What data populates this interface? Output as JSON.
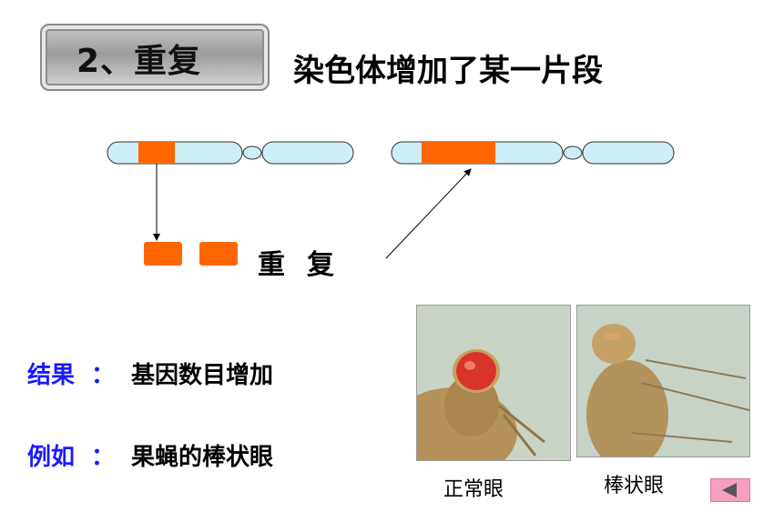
{
  "title_badge": "2、重复",
  "heading": "染色体增加了某一片段",
  "duplication_label": "重复",
  "result": {
    "label": "结果",
    "colon": "：",
    "value": "基因数目增加"
  },
  "example": {
    "label": "例如",
    "colon": "：",
    "value": "果蝇的棒状眼"
  },
  "captions": {
    "normal_eye": "正常眼",
    "bar_eye": "棒状眼"
  },
  "colors": {
    "chromosome_fill": "#cdeef7",
    "segment": "#ff6600",
    "label_blue": "#1a1aff",
    "nav_button": "#f5a0c0"
  }
}
